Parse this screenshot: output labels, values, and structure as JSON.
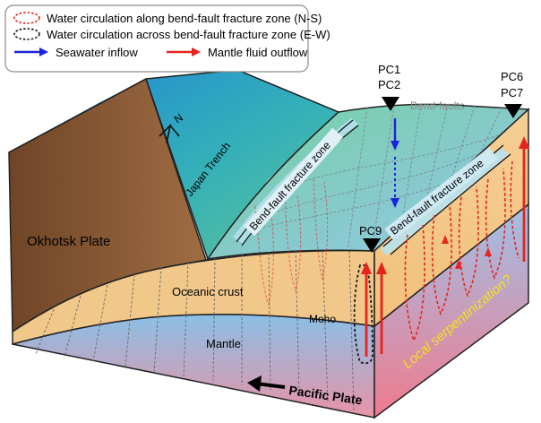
{
  "legend": {
    "items": [
      {
        "marker": "red-dotted-ellipse",
        "label": "Water circulation along bend-fault fracture zone (N-S)",
        "color": "#e8231d"
      },
      {
        "marker": "black-dotted-ellipse",
        "label": "Water circulation across bend-fault fracture zone (E-W)",
        "color": "#1a1a1a"
      },
      {
        "marker": "blue-arrow",
        "label": "Seawater inflow",
        "color": "#1c24d8"
      },
      {
        "marker": "red-arrow",
        "label": "Mantle fluid outflow",
        "color": "#e8231d"
      }
    ]
  },
  "labels": {
    "okhotsk_plate": "Okhotsk Plate",
    "japan_trench": "Japan Trench",
    "oceanic_crust": "Oceanic crust",
    "moho": "Moho",
    "mantle": "Mantle",
    "pacific_plate": "Pacific Plate",
    "bend_faults": "Bend-faults",
    "fracture_zone_1": "Bend-fault fracture zone",
    "fracture_zone_2": "Bend-fault fracture zone",
    "local_serpentinization": "Local serpentinization?",
    "north_marker": "N"
  },
  "stations": {
    "pc1": "PC1",
    "pc2": "PC2",
    "pc6": "PC6",
    "pc7": "PC7",
    "pc9": "PC9"
  },
  "colors": {
    "circulation_red": "#e8231d",
    "circulation_black": "#1a1a1a",
    "seawater_blue": "#1c24d8",
    "crust": "#f2c98a",
    "okhotsk_plate": "#8a5a35",
    "serpentinization_text": "#f5e21a"
  }
}
